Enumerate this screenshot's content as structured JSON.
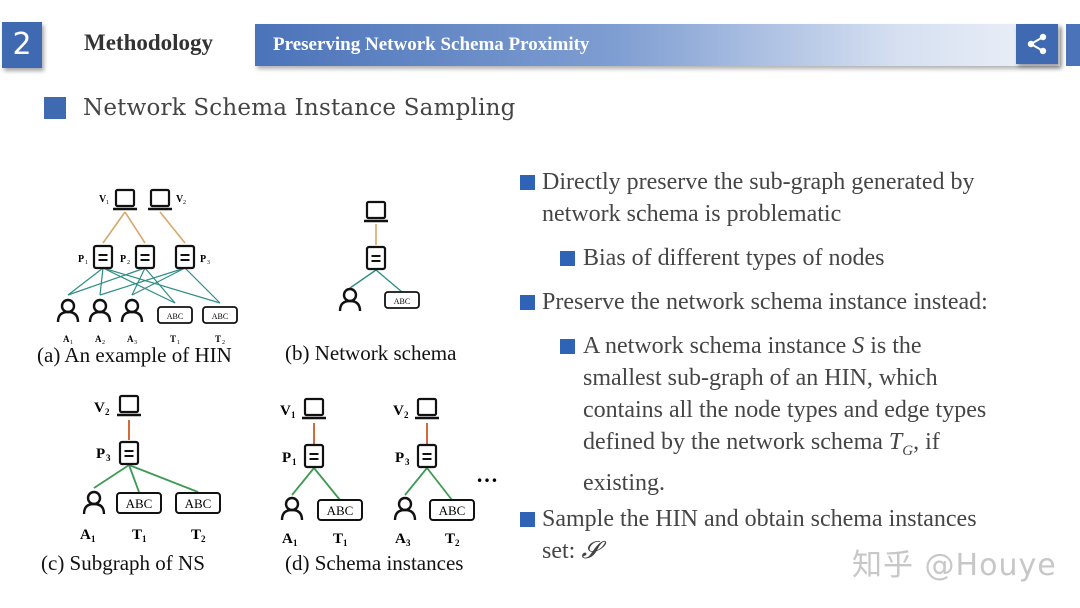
{
  "header": {
    "section_number": "2",
    "section_name": "Methodology",
    "banner_title": "Preserving Network Schema Proximity"
  },
  "subtitle": "Network Schema Instance Sampling",
  "bullets": {
    "b1": "Directly preserve the sub-graph generated by network schema is problematic",
    "b1_line1": "Directly preserve the sub-graph generated by",
    "b1_line2": "network schema is problematic",
    "b1_sub": "Bias of different types of nodes",
    "b2": "Preserve the network schema instance instead:",
    "b2_sub_l1a": "A network schema instance ",
    "b2_sub_l1_var": "S",
    "b2_sub_l1b": " is the",
    "b2_sub_l2": "smallest sub-graph of an HIN, which",
    "b2_sub_l3": "contains all the node types and edge types",
    "b2_sub_l4a": "defined by the network schema ",
    "b2_sub_l4_var": "T",
    "b2_sub_l4_sub": "G",
    "b2_sub_l4b": ", if",
    "b2_sub_l5": "existing.",
    "b3_l1": "Sample the HIN and obtain schema instances",
    "b3_l2a": "set: ",
    "b3_l2_var": "𝓢"
  },
  "figures": {
    "cap_a": "(a) An example of HIN",
    "cap_b": "(b) Network schema",
    "cap_c": "(c) Subgraph of NS",
    "cap_d": "(d) Schema instances",
    "abc": "ABC",
    "ellipsis": "…",
    "labels": {
      "V": "V",
      "P": "P",
      "A": "A",
      "T": "T",
      "s1": "1",
      "s2": "2",
      "s3": "3"
    }
  },
  "watermark": "知乎 @Houye",
  "colors": {
    "accent": "#3f69b0",
    "bullet": "#2e63b5",
    "edge_vp": "#d9a66b",
    "edge_pa": "#2f8f86",
    "edge_pt": "#2f8f86",
    "edge_red": "#d26a3a",
    "edge_green": "#3f9a56"
  }
}
